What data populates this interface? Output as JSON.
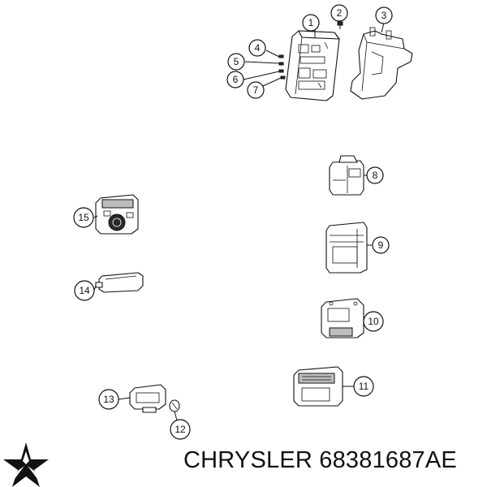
{
  "diagram": {
    "callouts": [
      "1",
      "2",
      "3",
      "4",
      "5",
      "6",
      "7",
      "8",
      "9",
      "10",
      "11",
      "12",
      "13",
      "14",
      "15"
    ]
  },
  "caption": {
    "text": "CHRYSLER 68381687AE"
  },
  "logo": {
    "name": "chrysler-pentastar-logo",
    "color": "#111111"
  }
}
